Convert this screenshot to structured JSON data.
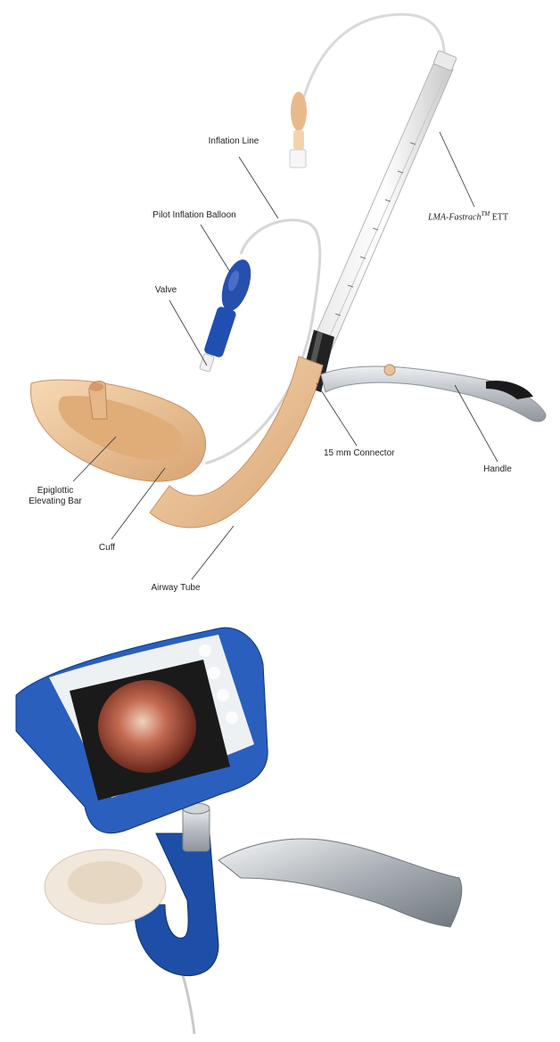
{
  "diagram": {
    "labels": {
      "inflation_line": "Inflation Line",
      "pilot_balloon": "Pilot Inflation Balloon",
      "valve": "Valve",
      "ett_brand": "LMA-Fastrach",
      "ett_tm": "TM",
      "ett_suffix": " ETT",
      "connector": "15 mm Connector",
      "handle": "Handle",
      "epiglottic_line1": "Epiglottic",
      "epiglottic_line2": "Elevating Bar",
      "cuff": "Cuff",
      "airway_tube": "Airway Tube"
    },
    "colors": {
      "tube_skin": "#efc79c",
      "valve_blue": "#1f4fb0",
      "metal": "#c9ced3",
      "device_blue": "#1d4fa8",
      "screen_view": "#b0503a"
    }
  }
}
